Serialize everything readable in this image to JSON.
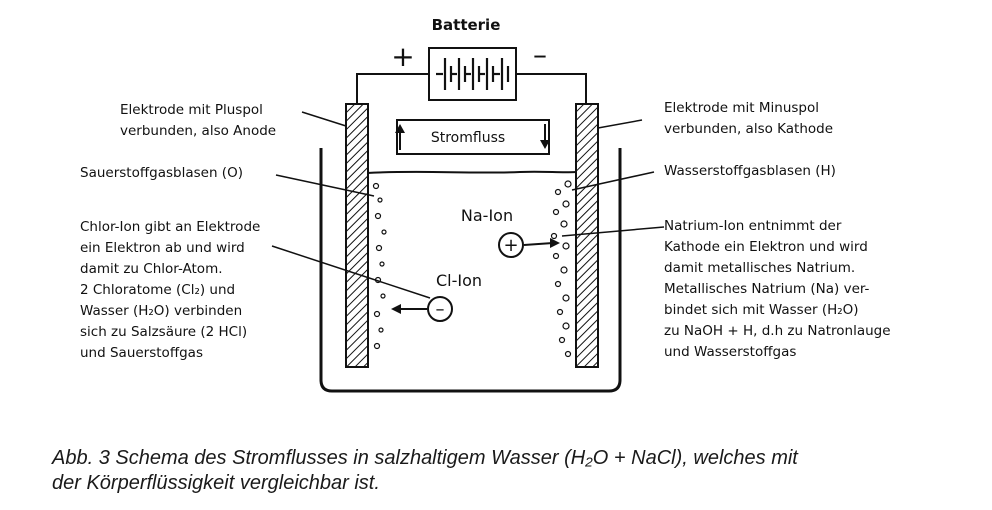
{
  "battery": {
    "title": "Batterie",
    "plus": "+",
    "minus": "–"
  },
  "current": {
    "label": "Stromfluss"
  },
  "left": {
    "anode": [
      "Elektrode mit Pluspol",
      "verbunden, also Anode"
    ],
    "oxygen": "Sauerstoffgasblasen (O)",
    "chlor": [
      "Chlor-Ion gibt an Elektrode",
      "ein Elektron ab und wird",
      "damit zu Chlor-Atom.",
      "2 Chloratome (Cl₂) und",
      "Wasser (H₂O) verbinden",
      "sich zu Salzsäure (2 HCl)",
      "und Sauerstoffgas"
    ]
  },
  "right": {
    "cathode": [
      "Elektrode mit Minuspol",
      "verbunden, also Kathode"
    ],
    "hydrogen": "Wasserstoffgasblasen (H)",
    "natrium": [
      "Natrium-Ion entnimmt der",
      "Kathode ein Elektron und wird",
      "damit metallisches Natrium.",
      "Metallisches Natrium (Na) ver-",
      "bindet sich mit Wasser (H₂O)",
      "zu NaOH + H, d.h zu Natronlauge",
      "und Wasserstoffgas"
    ]
  },
  "ions": {
    "na_label": "Na-Ion",
    "na_symbol": "+",
    "cl_label": "Cl-Ion",
    "cl_symbol": "–"
  },
  "caption": [
    "Abb. 3 Schema des Stromflusses in salzhaltigem Wasser (H₂O + NaCl), welches mit",
    "der Körperflüssigkeit vergleichbar ist."
  ]
}
